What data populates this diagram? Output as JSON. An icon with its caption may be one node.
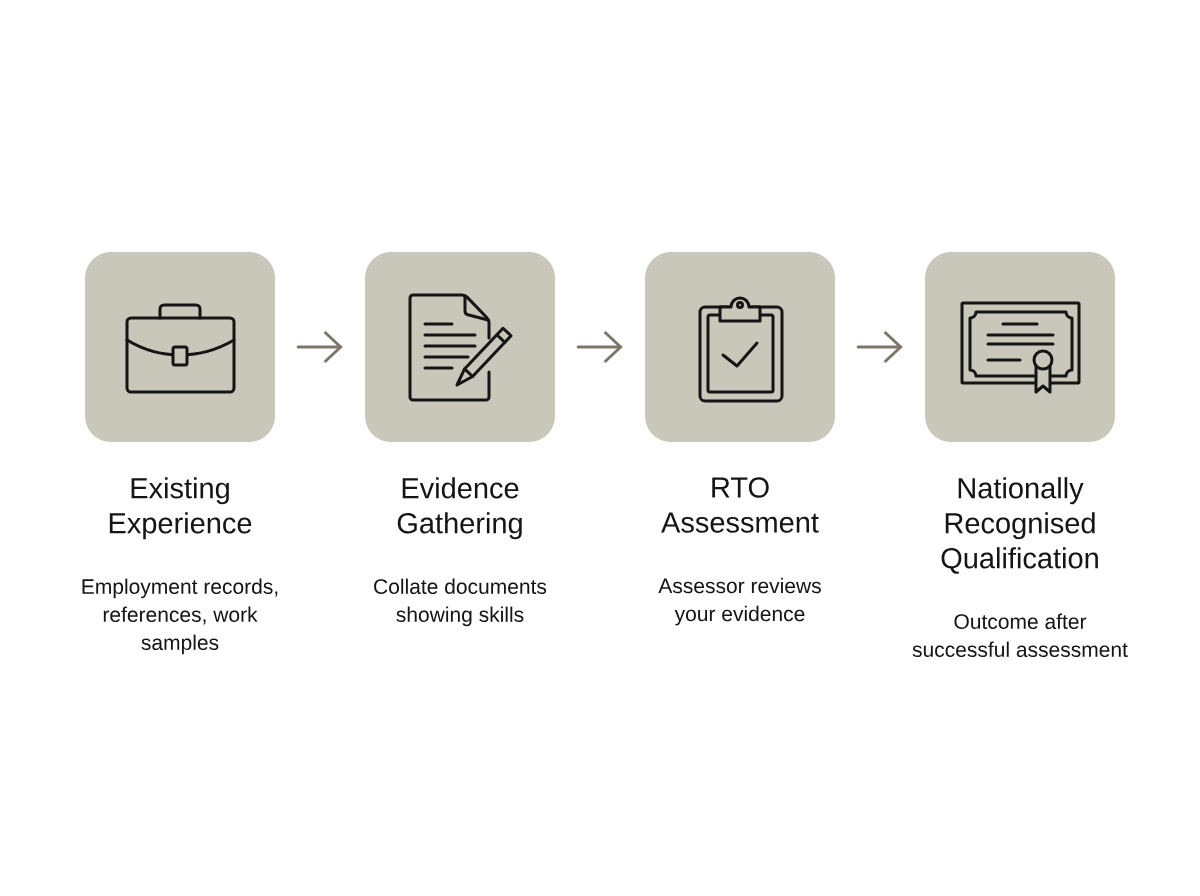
{
  "diagram": {
    "nodes": [
      {
        "text": [
          "Existing Experience",
          "Employment records, references, work samples"
        ]
      },
      {
        "text": [
          "Evidence Gathering",
          "Collate documents showing skills"
        ]
      },
      {
        "text": [
          "RTO Assessment",
          "Assessor reviews your evidence"
        ]
      },
      {
        "text": [
          "Nationally Recognised Qualification",
          "Outcome after successful assessment"
        ]
      }
    ],
    "edges": [
      {
        "from": 0,
        "to": 1,
        "arrow": "to"
      },
      {
        "from": 1,
        "to": 2,
        "arrow": "to"
      },
      {
        "from": 2,
        "to": 3,
        "arrow": "to"
      }
    ]
  }
}
